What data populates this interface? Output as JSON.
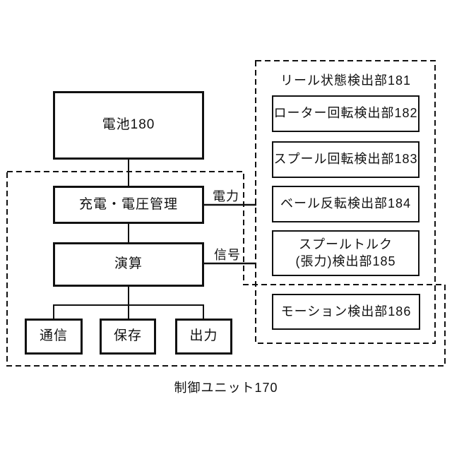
{
  "diagram": {
    "boxes": {
      "battery": "電池180",
      "charge_management": "充電・電圧管理",
      "compute": "演算",
      "communication": "通信",
      "storage": "保存",
      "output": "出力",
      "rotor_rotation": "ローター回転検出部182",
      "spool_rotation": "スプール回転検出部183",
      "bail_reversal": "ベール反転検出部184",
      "spool_torque_line1": "スプールトルク",
      "spool_torque_line2": "(張力)検出部185",
      "motion_detection": "モーション検出部186"
    },
    "groups": {
      "reel_state_title": "リール状態検出部181",
      "control_unit_caption": "制御ユニット170"
    },
    "wire_labels": {
      "power": "電力",
      "signal": "信号"
    },
    "colors": {
      "line": "#111111",
      "background": "#ffffff"
    }
  }
}
